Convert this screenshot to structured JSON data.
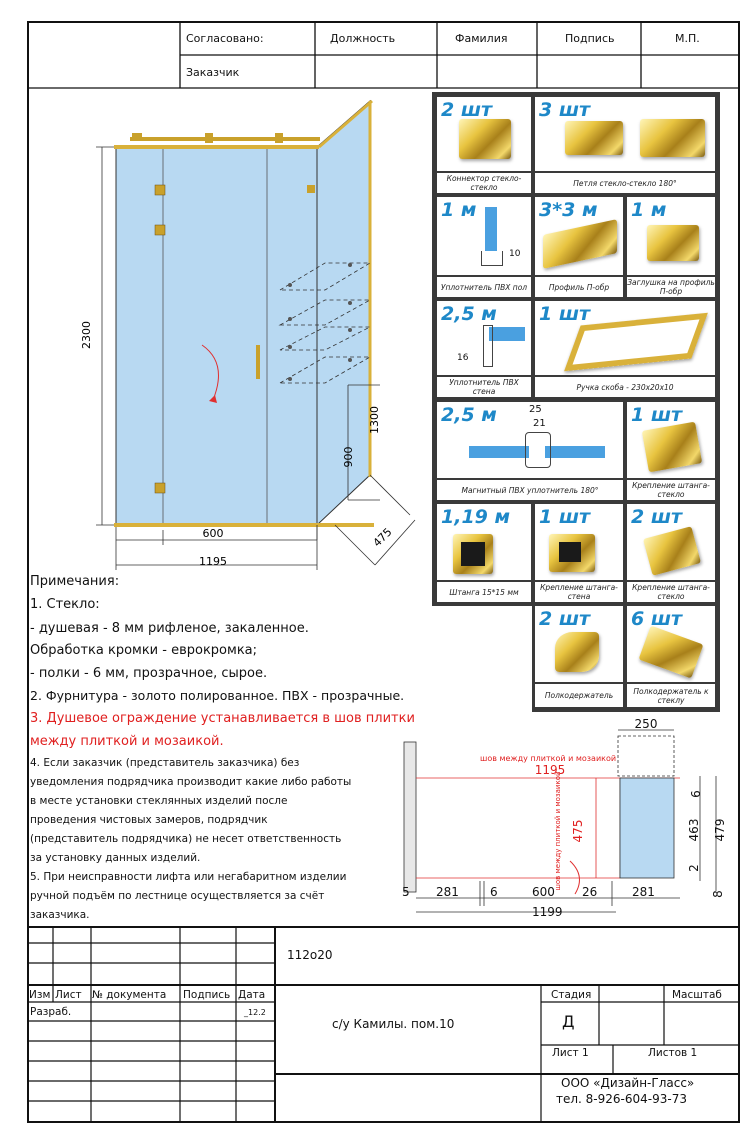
{
  "header": {
    "agreed": "Согласовано:",
    "position": "Должность",
    "surname": "Фамилия",
    "signature": "Подпись",
    "stamp": "М.П.",
    "customer": "Заказчик"
  },
  "drawing_main": {
    "height": "2300",
    "shelf_height": "1300",
    "lower_height": "900",
    "depth": "475",
    "bottom_inner": "600",
    "bottom_total": "1195"
  },
  "gallery": [
    {
      "qty": "2 шт",
      "caption": "Коннектор стекло-стекло"
    },
    {
      "qty": "3 шт",
      "caption": "Петля стекло-стекло 180°"
    },
    {
      "qty": "1 м",
      "caption": "Уплотнитель ПВХ пол",
      "dim": "10"
    },
    {
      "qty": "3*3 м",
      "caption": "Профиль П-обр"
    },
    {
      "qty": "1 м",
      "caption": "Заглушка на профиль П-обр"
    },
    {
      "qty": "2,5 м",
      "caption": "Уплотнитель ПВХ стена",
      "dim": "16"
    },
    {
      "qty": "1 шт",
      "caption": "Ручка скоба - 230х20х10"
    },
    {
      "qty": "2,5 м",
      "caption": "Магнитный ПВХ уплотнитель 180°",
      "dim_a": "25",
      "dim_b": "21"
    },
    {
      "qty": "1 шт",
      "caption": "Крепление штанга-стекло"
    },
    {
      "qty": "1,19 м",
      "caption": "Штанга 15*15 мм"
    },
    {
      "qty": "1 шт",
      "caption": "Крепление штанга-стена"
    },
    {
      "qty": "2 шт",
      "caption": "Крепление штанга-стекло"
    },
    {
      "qty": "2 шт",
      "caption": "Полкодержатель"
    },
    {
      "qty": "6 шт",
      "caption": "Полкодержатель к стеклу"
    }
  ],
  "notes": {
    "title": "Примечания:",
    "n1": "1. Стекло:",
    "n1a": "- душевая - 8 мм рифленое, закаленное.",
    "n1b": "Обработка кромки - еврокромка;",
    "n1c": "- полки - 6 мм, прозрачное, сырое.",
    "n2": "2. Фурнитура - золото полированное. ПВХ - прозрачные.",
    "n3a": "3. Душевое ограждение устанавливается в шов плитки",
    "n3b": "между плиткой и мозаикой.",
    "n4": [
      "4. Если заказчик (представитель заказчика) без",
      "уведомления подрядчика производит какие либо работы",
      "в месте установки стеклянных изделий после",
      "проведения чистовых замеров, подрядчик",
      "(представитель подрядчика) не несет ответственность",
      " за установку данных изделий."
    ],
    "n5": [
      "5. При неисправности лифта или негабаритном изделии",
      "ручной подъём по лестнице осуществляется за счёт",
      "заказчика."
    ]
  },
  "plan": {
    "seam_label": "шов между плиткой и мозаикой",
    "top_width": "1195",
    "side_note": "шов между плиткой и мозаикой",
    "side_depth": "475",
    "top_right": "250",
    "dim_6": "6",
    "dim_463": "463",
    "dim_479": "479",
    "dim_2": "2",
    "dim_8": "8",
    "b5": "5",
    "b281a": "281",
    "b6": "6",
    "b600": "600",
    "b26": "26",
    "b281b": "281",
    "b1199": "1199"
  },
  "title_block": {
    "project": "112о20",
    "col_izm": "Изм",
    "col_list": "Лист",
    "col_doc": "№ документа",
    "col_sign": "Подпись",
    "col_date": "Дата",
    "developer": "Разраб.",
    "date": "_12.2",
    "name": "с/у Камилы. пом.10",
    "stage_label": "Стадия",
    "scale_label": "Масштаб",
    "stage": "Д",
    "sheet": "Лист 1",
    "sheets": "Листов 1",
    "company": "ООО «Дизайн-Гласс»",
    "phone": "тел. 8-926-604-93-73"
  }
}
